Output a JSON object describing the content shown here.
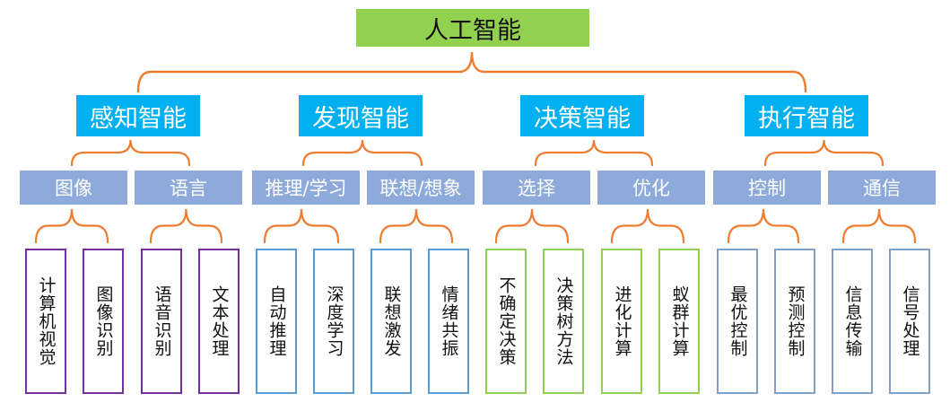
{
  "root": {
    "label": "人工智能"
  },
  "colors": {
    "root_fill": "#92d050",
    "level1_fill": "#00b0f0",
    "level2_fill": "#8eaadb",
    "brace": "#ed7d31"
  },
  "categories": [
    {
      "label": "感知智能",
      "subs": [
        {
          "label": "图像",
          "leaves": [
            "计算机视觉",
            "图像识别"
          ]
        },
        {
          "label": "语言",
          "leaves": [
            "语音识别",
            "文本处理"
          ]
        }
      ]
    },
    {
      "label": "发现智能",
      "subs": [
        {
          "label": "推理/学习",
          "leaves": [
            "自动推理",
            "深度学习"
          ]
        },
        {
          "label": "联想/想象",
          "leaves": [
            "联想激发",
            "情绪共振"
          ]
        }
      ]
    },
    {
      "label": "决策智能",
      "subs": [
        {
          "label": "选择",
          "leaves": [
            "不确定决策",
            "决策树方法"
          ]
        },
        {
          "label": "优化",
          "leaves": [
            "进化计算",
            "蚁群计算"
          ]
        }
      ]
    },
    {
      "label": "执行智能",
      "subs": [
        {
          "label": "控制",
          "leaves": [
            "最优控制",
            "预测控制"
          ]
        },
        {
          "label": "通信",
          "leaves": [
            "信息传输",
            "信号处理"
          ]
        }
      ]
    }
  ]
}
